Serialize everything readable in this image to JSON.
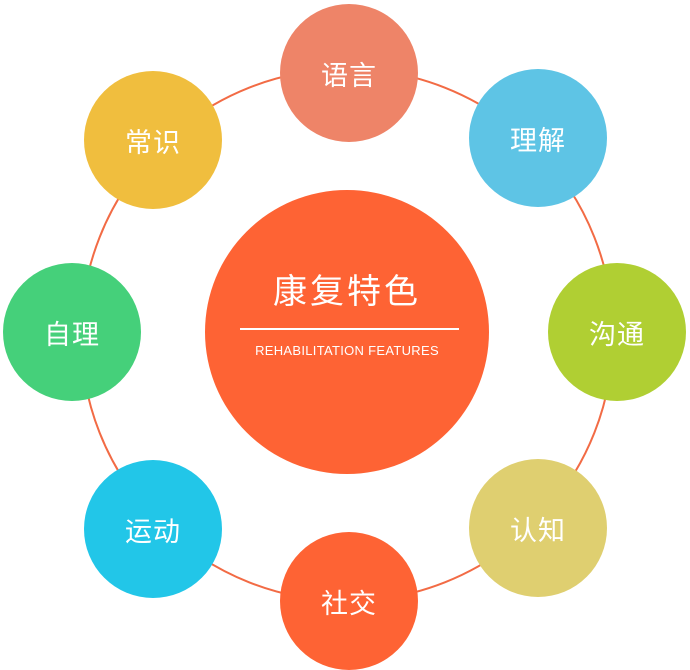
{
  "center": {
    "title": "康复特色",
    "subtitle": "REHABILITATION FEATURES",
    "color": "#fe6334"
  },
  "ring_color": "#f26b45",
  "nodes": [
    {
      "label": "语言",
      "color": "#ee8468"
    },
    {
      "label": "理解",
      "color": "#5ec4e5"
    },
    {
      "label": "沟通",
      "color": "#b0cf33"
    },
    {
      "label": "认知",
      "color": "#dfcf70"
    },
    {
      "label": "社交",
      "color": "#fe6334"
    },
    {
      "label": "运动",
      "color": "#22c6e8"
    },
    {
      "label": "自理",
      "color": "#45d07a"
    },
    {
      "label": "常识",
      "color": "#f0be3e"
    }
  ]
}
